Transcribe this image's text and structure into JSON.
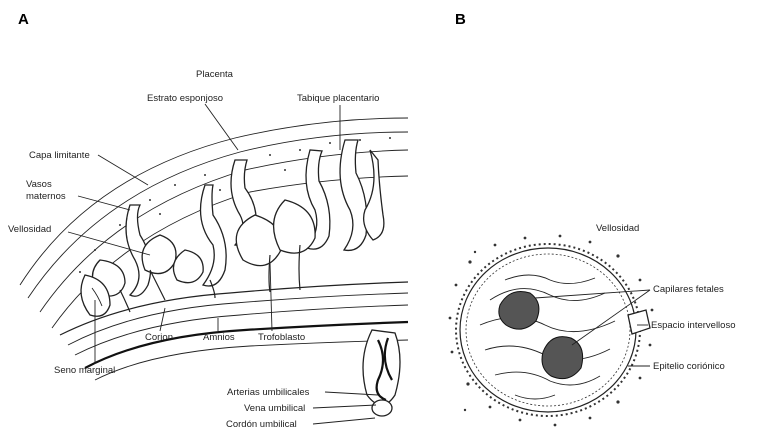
{
  "panels": {
    "a": "A",
    "b": "B"
  },
  "labels_a": {
    "placenta": "Placenta",
    "estrato": "Estrato esponjoso",
    "tabique": "Tabique placentario",
    "capa": "Capa limitante",
    "vasos1": "Vasos",
    "vasos2": "maternos",
    "vellosidad": "Vellosidad",
    "corion": "Corion",
    "amnios": "Amnios",
    "trofoblasto": "Trofoblasto",
    "seno": "Seno marginal",
    "arterias": "Arterias umbilicales",
    "vena": "Vena umbilical",
    "cordon": "Cordón umbilical"
  },
  "labels_b": {
    "vellosidad": "Vellosidad",
    "capilares": "Capilares fetales",
    "espacio_inter": "Espacio intervelloso",
    "epitelio": "Epitelio coriónico"
  }
}
